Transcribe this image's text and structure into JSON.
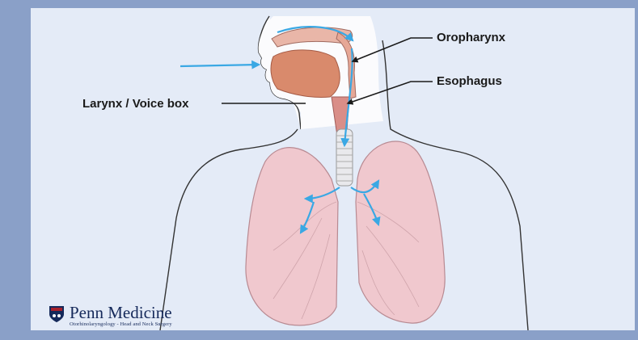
{
  "labels": {
    "oropharynx": "Oropharynx",
    "esophagus": "Esophagus",
    "larynx": "Larynx / Voice box"
  },
  "brand": {
    "name": "Penn Medicine",
    "subtitle": "Otorhinolaryngology - Head and Neck Surgery"
  },
  "colors": {
    "outer_frame": "#8aa0c8",
    "background": "#e4ebf7",
    "lung": "#f0c8ce",
    "airflow": "#3aa8e4",
    "brand": "#15295a"
  }
}
